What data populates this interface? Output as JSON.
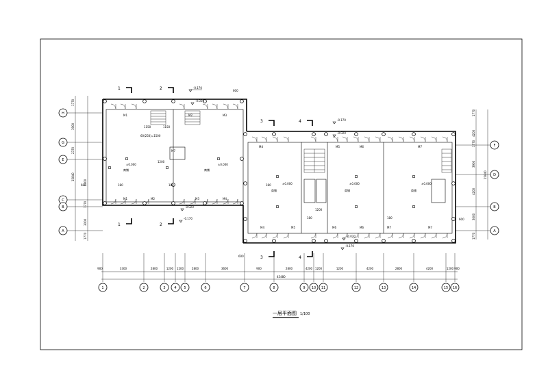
{
  "title": {
    "text": "一层平面图",
    "scale": "1/100"
  },
  "elevations": {
    "outdoor": "-0.170",
    "entry_a": "-0.020",
    "entry_b": "-0.020",
    "floor_1": "±0.000",
    "floor_2": "±0.000",
    "floor_3": "±0.000",
    "floor_4": "±0.000",
    "floor_5": "±0.000"
  },
  "room_label": "商铺",
  "doors": [
    "M1",
    "M2",
    "M3",
    "M4",
    "M5",
    "M6",
    "M7"
  ],
  "section_marks": [
    "1",
    "2",
    "3",
    "4"
  ],
  "axes_bottom": [
    "1",
    "2",
    "3",
    "4",
    "5",
    "6",
    "7",
    "8",
    "9",
    "10",
    "11",
    "12",
    "13",
    "14",
    "15",
    "16"
  ],
  "axes_left": [
    "H",
    "G",
    "E",
    "C",
    "B",
    "A"
  ],
  "axes_right": [
    "F",
    "D",
    "B",
    "A"
  ],
  "dims_bottom": [
    "900",
    "3300",
    "2800",
    "1200",
    "1200",
    "2800",
    "3600",
    "900",
    "2800",
    "4200",
    "1200",
    "1200",
    "4200",
    "2800",
    "4200",
    "1200",
    "900"
  ],
  "dim_total": "45480",
  "dims_left": [
    "1770",
    "3900",
    "2370",
    "5400",
    "600",
    "1770",
    "3000",
    "1770",
    "15840"
  ],
  "dims_right": [
    "1770",
    "4200",
    "1770",
    "3900",
    "4200",
    "3000",
    "1770",
    "15840"
  ],
  "stair_dims": [
    "1150",
    "1150",
    "60(250)=1500",
    "1350",
    "1200",
    "1200",
    "1200"
  ],
  "misc_dims": [
    "600",
    "900",
    "600",
    "1800",
    "1800",
    "180",
    "120"
  ]
}
